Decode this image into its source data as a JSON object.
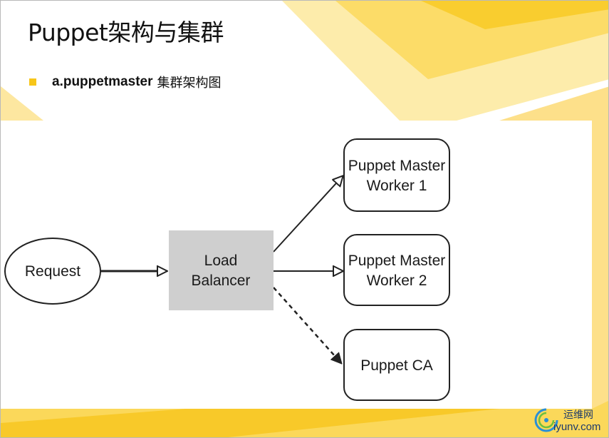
{
  "slide": {
    "title": "Puppet架构与集群",
    "bullet": {
      "bold_text": "a.puppetmaster",
      "rest_text": "集群架构图"
    }
  },
  "diagram": {
    "nodes": {
      "request": "Request",
      "load_balancer": [
        "Load",
        "Balancer"
      ],
      "worker1": [
        "Puppet Master",
        "Worker 1"
      ],
      "worker2": [
        "Puppet Master",
        "Worker 2"
      ],
      "puppet_ca": "Puppet CA"
    },
    "edges": [
      {
        "from": "request",
        "to": "load_balancer",
        "style": "solid"
      },
      {
        "from": "load_balancer",
        "to": "worker1",
        "style": "solid"
      },
      {
        "from": "load_balancer",
        "to": "worker2",
        "style": "solid"
      },
      {
        "from": "load_balancer",
        "to": "puppet_ca",
        "style": "dashed"
      }
    ],
    "colors": {
      "load_balancer_fill": "#cfcfcf",
      "stroke": "#222222"
    }
  },
  "background_colors": {
    "yellow_light": "#fde89a",
    "yellow_mid": "#fbd449",
    "yellow_strong": "#f7c51e",
    "accent": "#f7c61a"
  },
  "watermark": {
    "cn_text": "运维网",
    "url": "iyunv.com",
    "icon": "swirl-logo-icon"
  }
}
